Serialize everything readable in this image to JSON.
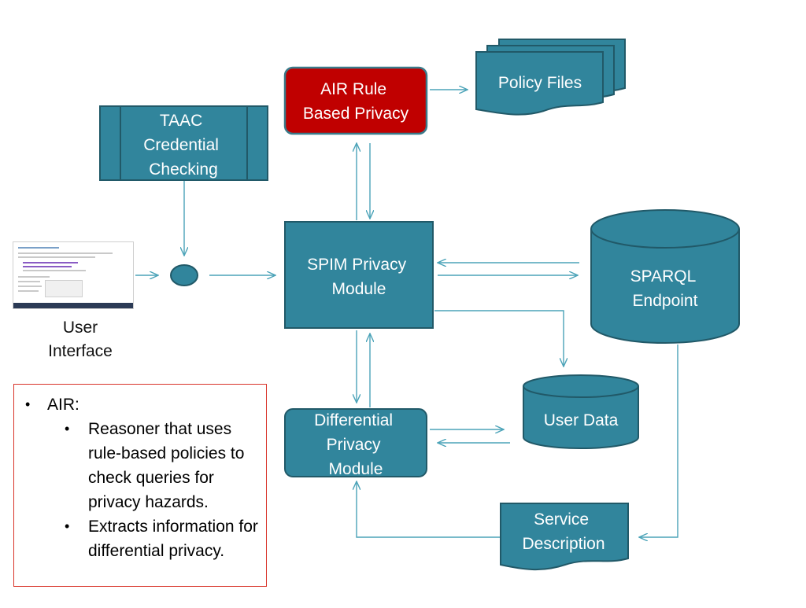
{
  "nodes": {
    "air_rule": {
      "lines": [
        "AIR Rule",
        "Based Privacy"
      ],
      "fill": "#c00000"
    },
    "policy_files": {
      "lines": [
        "Policy Files"
      ]
    },
    "taac": {
      "lines": [
        "TAAC",
        "Credential",
        "Checking"
      ]
    },
    "spim": {
      "lines": [
        "SPIM Privacy",
        "Module"
      ]
    },
    "sparql": {
      "lines": [
        "SPARQL",
        "Endpoint"
      ]
    },
    "user_data": {
      "lines": [
        "User Data"
      ]
    },
    "differential": {
      "lines": [
        "Differential",
        "Privacy",
        "Module"
      ]
    },
    "service_description": {
      "lines": [
        "Service",
        "Description"
      ]
    }
  },
  "user_interface_label": [
    "User",
    "Interface"
  ],
  "notes": {
    "heading": "AIR:",
    "items": [
      "Reasoner that uses rule-based policies to check queries for privacy hazards.",
      "Extracts information for differential privacy."
    ]
  },
  "colors": {
    "node_fill": "#31859c",
    "node_stroke": "#215968",
    "air_fill": "#c00000",
    "arrow": "#4ba3b8",
    "text_on_node": "#ffffff",
    "notes_border": "#d9342a"
  }
}
